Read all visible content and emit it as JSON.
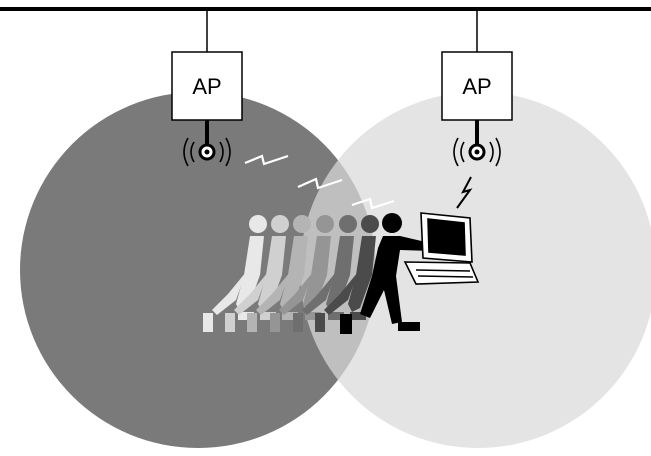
{
  "access_points": [
    {
      "label": "AP",
      "coverage_color": "#7a7a7a",
      "coverage_opacity": 1
    },
    {
      "label": "AP",
      "coverage_color": "#d9d9d9",
      "coverage_opacity": 0.72
    }
  ],
  "colors": {
    "backbone": "#000000",
    "person_trail": [
      "#e6e6e6",
      "#cfcfcf",
      "#b3b3b3",
      "#939393",
      "#6e6e6e",
      "#4a4a4a",
      "#262626",
      "#000000"
    ],
    "laptop": "#ffffff"
  },
  "icons": {
    "antenna": "radio-antenna-icon",
    "signal": "wireless-signal-icon",
    "person": "walking-person-icon",
    "laptop": "laptop-icon"
  }
}
